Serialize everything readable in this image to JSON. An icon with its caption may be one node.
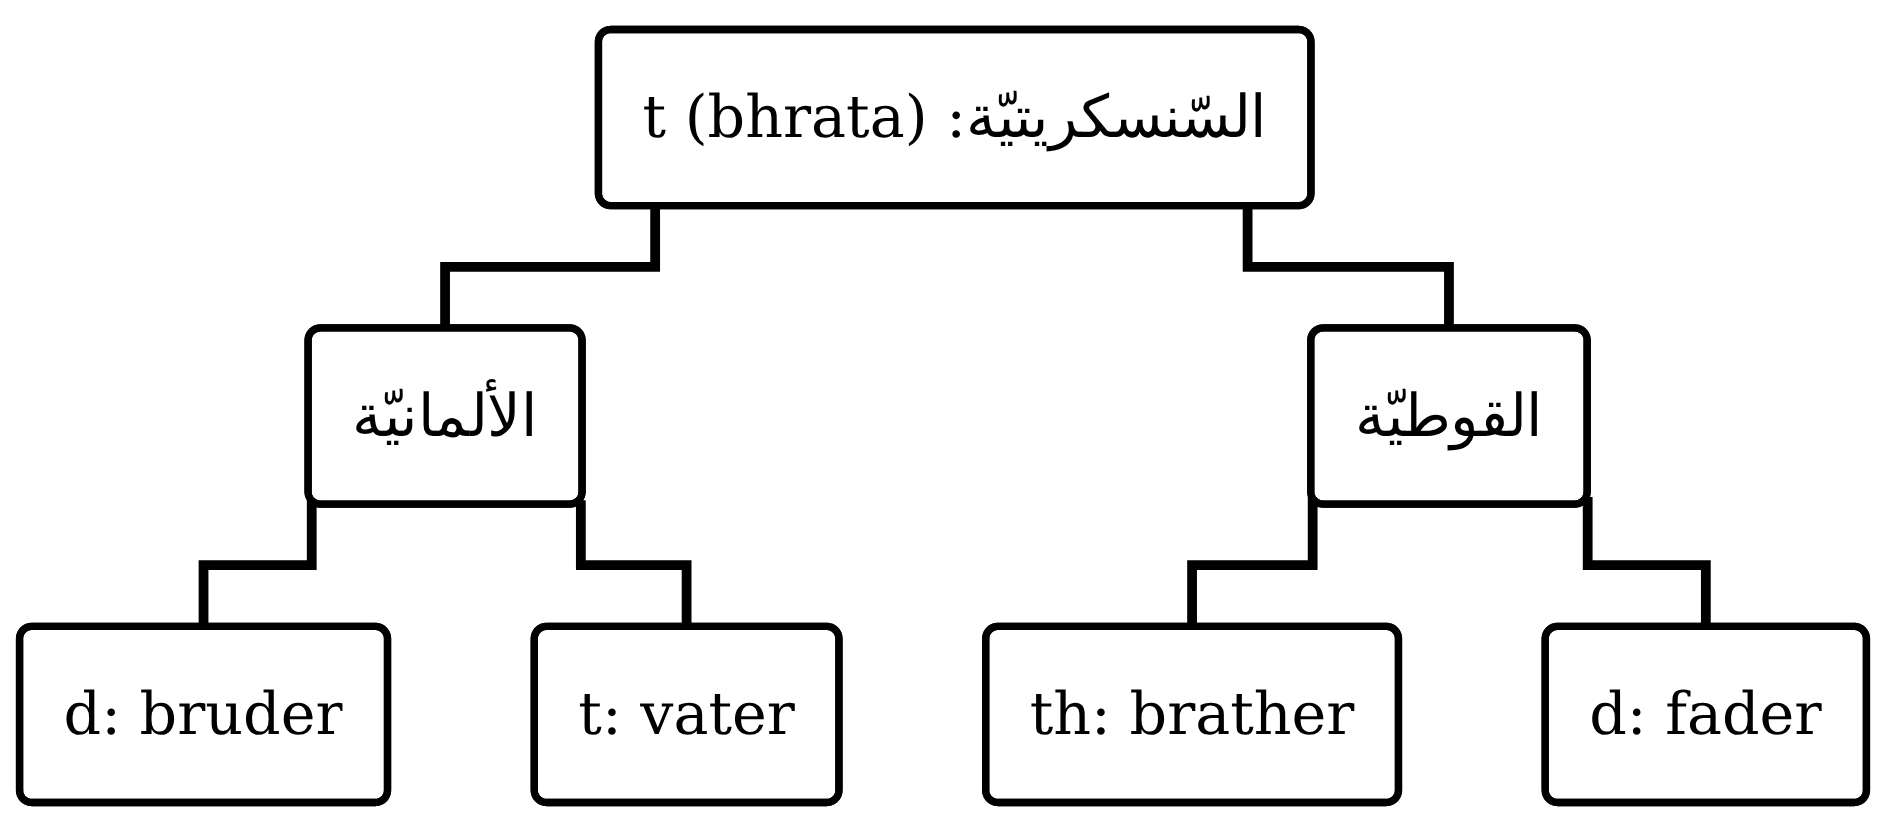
{
  "diagram": {
    "nodes": [
      {
        "text": [
          "السّنسكريتيّة: t (bhrata)"
        ]
      },
      {
        "text": [
          "الألمانيّة"
        ]
      },
      {
        "text": [
          "القوطيّة"
        ]
      },
      {
        "text": [
          "d: bruder"
        ]
      },
      {
        "text": [
          "t: vater"
        ]
      },
      {
        "text": [
          "th: brather"
        ]
      },
      {
        "text": [
          "d: fader"
        ]
      }
    ],
    "edges": [
      {
        "from": 0,
        "to": 1,
        "arrow": "none"
      },
      {
        "from": 0,
        "to": 2,
        "arrow": "none"
      },
      {
        "from": 1,
        "to": 3,
        "arrow": "none"
      },
      {
        "from": 1,
        "to": 4,
        "arrow": "none"
      },
      {
        "from": 2,
        "to": 5,
        "arrow": "none"
      },
      {
        "from": 2,
        "to": 6,
        "arrow": "none"
      }
    ]
  }
}
